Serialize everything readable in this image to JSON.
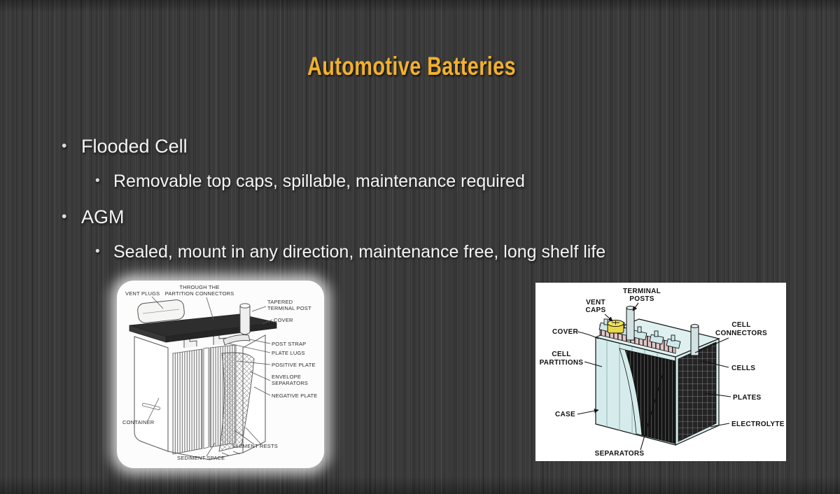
{
  "slide": {
    "title": "Automotive Batteries",
    "bullet_char": "•",
    "bullets": [
      {
        "level": 1,
        "text": "Flooded Cell"
      },
      {
        "level": 2,
        "text": "Removable top caps, spillable, maintenance required"
      },
      {
        "level": 1,
        "text": "AGM"
      },
      {
        "level": 2,
        "text": "Sealed, mount in any direction, maintenance free, long shelf life"
      }
    ],
    "colors": {
      "background": "#3A3A3A",
      "title": "#F2B02C",
      "body_text": "#F4F4F4"
    }
  },
  "flooded_diagram": {
    "labels": {
      "vent_plugs": "VENT PLUGS",
      "through_the": "THROUGH THE",
      "partition_connectors": "PARTITION CONNECTORS",
      "tapered": "TAPERED",
      "terminal_post": "TERMINAL POST",
      "cover": "COVER",
      "post_strap": "POST STRAP",
      "plate_lugs": "PLATE LUGS",
      "positive_plate": "POSITIVE PLATE",
      "envelope": "ENVELOPE",
      "separators": "SEPARATORS",
      "negative_plate": "NEGATIVE PLATE",
      "container": "CONTAINER",
      "element_rests": "ELEMENT RESTS",
      "sediment_space": "SEDIMENT SPACE"
    }
  },
  "agm_diagram": {
    "labels": {
      "terminal": "TERMINAL",
      "posts": "POSTS",
      "vent": "VENT",
      "caps": "CAPS",
      "cover": "COVER",
      "cell_partitions_1": "CELL",
      "cell_partitions_2": "PARTITIONS",
      "cell_connectors_1": "CELL",
      "cell_connectors_2": "CONNECTORS",
      "cells": "CELLS",
      "plates": "PLATES",
      "case": "CASE",
      "electrolyte": "ELECTROLYTE",
      "separators": "SEPARATORS"
    },
    "colors": {
      "case_fill": "#D6ECEC",
      "vent_cap": "#E8D84A",
      "plates_dark": "#1C1C1C"
    }
  }
}
